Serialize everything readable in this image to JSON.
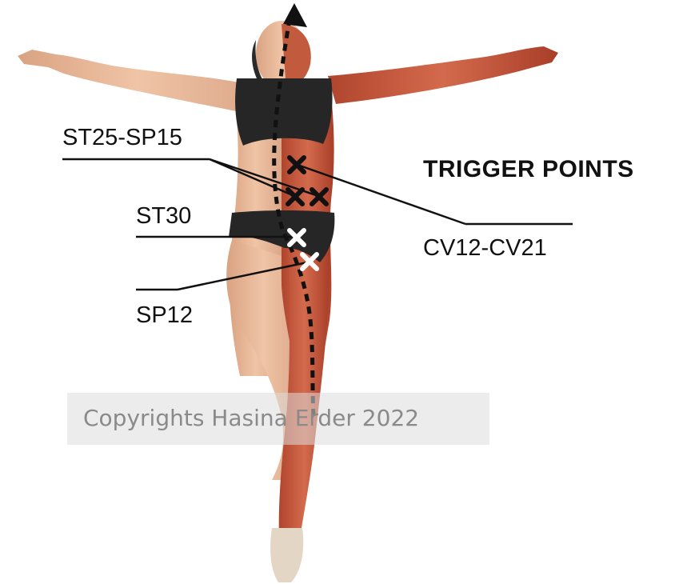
{
  "title": "TRIGGER POINTS",
  "labels": {
    "st25_sp15": "ST25-SP15",
    "st30": "ST30",
    "sp12": "SP12",
    "cv12_cv21": "CV12-CV21"
  },
  "watermark": "Copyrights Hasina Erder 2022",
  "colors": {
    "skin": "#e8b898",
    "muscle": "#c85a3e",
    "clothing": "#262626",
    "marker_dark": "#111111",
    "marker_light": "#ffffff"
  },
  "icons": {
    "trigger_marker": "x-mark-icon",
    "meridian_arrow": "arrow-up-icon"
  }
}
